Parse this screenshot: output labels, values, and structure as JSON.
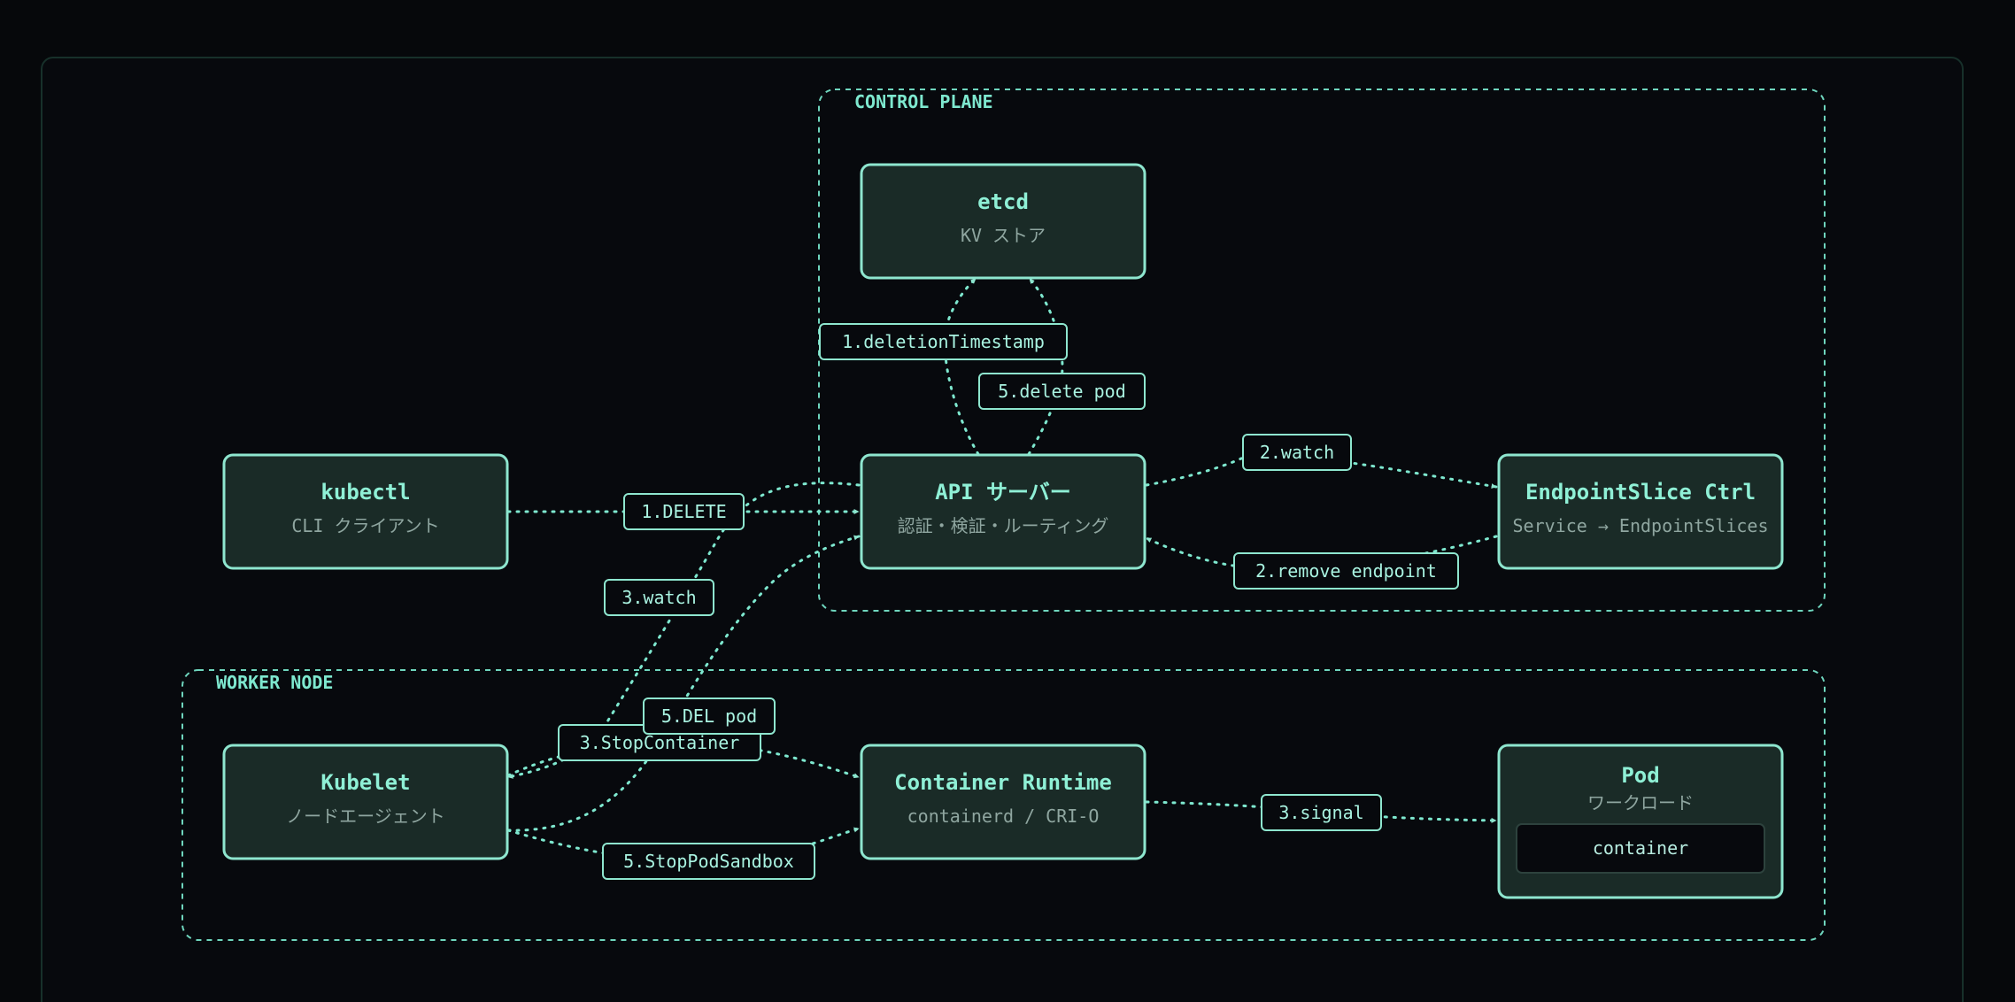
{
  "groups": {
    "control_plane": {
      "title": "CONTROL PLANE"
    },
    "worker_node": {
      "title": "WORKER NODE"
    }
  },
  "nodes": {
    "etcd": {
      "title": "etcd",
      "subtitle": "KV ストア"
    },
    "kubectl": {
      "title": "kubectl",
      "subtitle": "CLI クライアント"
    },
    "api_server": {
      "title": "API サーバー",
      "subtitle": "認証・検証・ルーティング"
    },
    "endpointslice": {
      "title": "EndpointSlice Ctrl",
      "subtitle": "Service → EndpointSlices"
    },
    "kubelet": {
      "title": "Kubelet",
      "subtitle": "ノードエージェント"
    },
    "runtime": {
      "title": "Container Runtime",
      "subtitle": "containerd / CRI-O"
    },
    "pod": {
      "title": "Pod",
      "subtitle": "ワークロード",
      "inner": "container"
    }
  },
  "edges": {
    "deletion_timestamp": "1.deletionTimestamp",
    "delete_pod": "5.delete pod",
    "delete": "1.DELETE",
    "watch_endpoint": "2.watch",
    "remove_endpoint": "2.remove endpoint",
    "watch_kubelet": "3.watch",
    "del_pod": "5.DEL pod",
    "stop_container": "3.StopContainer",
    "stop_pod_sandbox": "5.StopPodSandbox",
    "signal": "3.signal"
  },
  "colors": {
    "accent": "#8ee6cf",
    "node_fill": "#1a2b27",
    "background": "#06080b"
  }
}
